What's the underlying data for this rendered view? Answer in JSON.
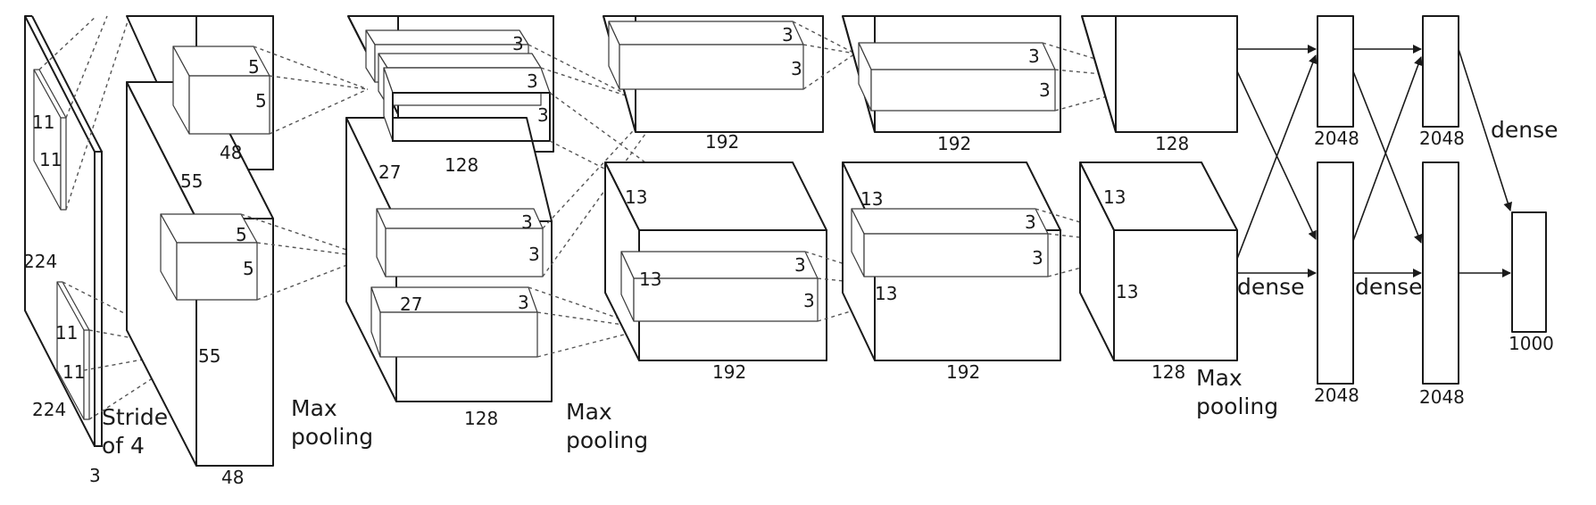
{
  "diagram": {
    "input": {
      "side_top": "11",
      "side_left": "11",
      "side_mid": "224",
      "side_bottom": "11",
      "side_bottom2": "11",
      "width": "224",
      "depth": "3",
      "stride_line1": "Stride",
      "stride_line2": "of 4"
    },
    "conv1": {
      "k1": "5",
      "k2": "5",
      "k3": "5",
      "k4": "5",
      "size": "55",
      "size_b": "55",
      "depth_top": "48",
      "depth_bottom": "48"
    },
    "pool1": {
      "line1": "Max",
      "line2": "pooling"
    },
    "conv2": {
      "size": "27",
      "size_b": "27",
      "k_top1": "3",
      "k_top2": "3",
      "k_top3": "3",
      "k_bot1": "3",
      "k_bot2": "3",
      "k_bot3": "3",
      "depth_top": "128",
      "depth_bottom": "128"
    },
    "pool2": {
      "line1": "Max",
      "line2": "pooling"
    },
    "conv3": {
      "size": "13",
      "size_b": "13",
      "k_top1": "3",
      "k_top2": "3",
      "k_bot1": "3",
      "k_bot2": "3",
      "depth_top": "192",
      "depth_bottom": "192"
    },
    "conv4": {
      "size": "13",
      "size_b": "13",
      "k_top1": "3",
      "k_top2": "3",
      "k_bot1": "3",
      "k_bot2": "3",
      "depth_top": "192",
      "depth_bottom": "192"
    },
    "conv5": {
      "size": "13",
      "size_b": "13",
      "depth_top": "128",
      "depth_bottom": "128"
    },
    "pool3": {
      "line1": "Max",
      "line2": "pooling"
    },
    "fc": {
      "dense_label_1": "dense",
      "dense_label_2": "dense",
      "dense_label_3": "dense",
      "fc6_top": "2048",
      "fc6_bottom": "2048",
      "fc7_top": "2048",
      "fc7_bottom": "2048",
      "output": "1000"
    }
  }
}
